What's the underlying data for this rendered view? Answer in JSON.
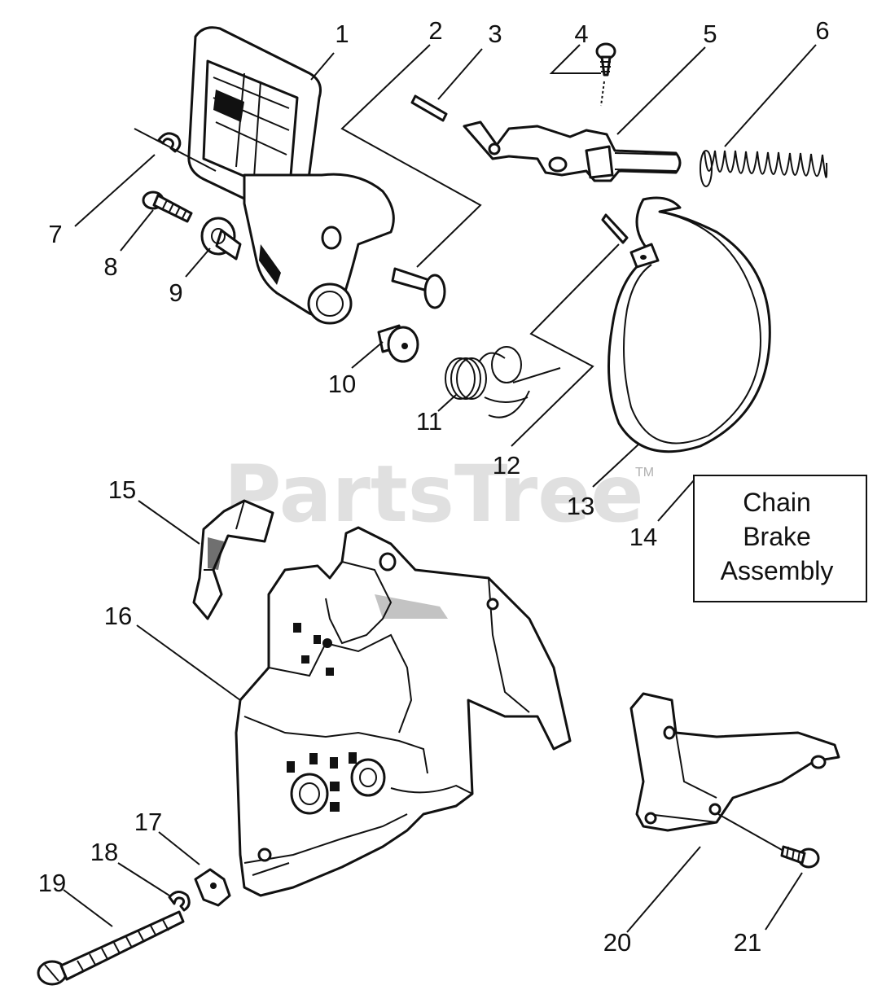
{
  "watermark": {
    "text": "PartsTree",
    "trademark": "TM"
  },
  "assembly_box": {
    "line1": "Chain",
    "line2": "Brake",
    "line3": "Assembly"
  },
  "callouts": [
    "1",
    "2",
    "3",
    "4",
    "5",
    "6",
    "7",
    "8",
    "9",
    "10",
    "11",
    "12",
    "13",
    "14",
    "15",
    "16",
    "17",
    "18",
    "19",
    "20",
    "21"
  ]
}
